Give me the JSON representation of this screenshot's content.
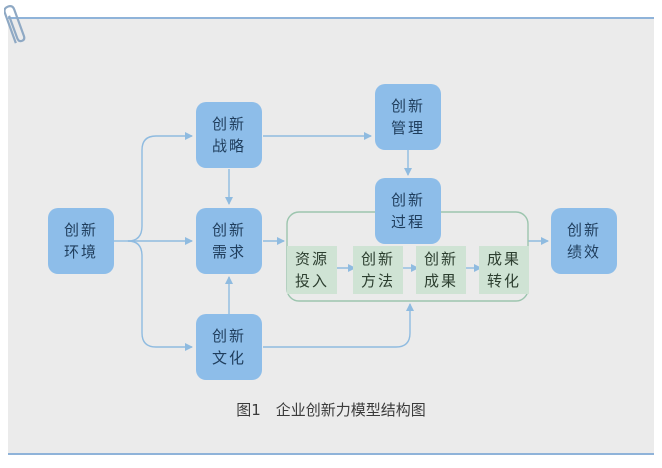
{
  "caption": "图1　企业创新力模型结构图",
  "colors": {
    "node_fill": "#8dbde9",
    "inner_fill": "#cfe3d4",
    "arrow": "#8fbbe0",
    "container_border": "#9cc5ae",
    "background": "#ebebeb"
  },
  "nodes": {
    "env": {
      "line1": "创新",
      "line2": "环境"
    },
    "strategy": {
      "line1": "创新",
      "line2": "战略"
    },
    "demand": {
      "line1": "创新",
      "line2": "需求"
    },
    "culture": {
      "line1": "创新",
      "line2": "文化"
    },
    "manage": {
      "line1": "创新",
      "line2": "管理"
    },
    "process": {
      "line1": "创新",
      "line2": "过程"
    },
    "perf": {
      "line1": "创新",
      "line2": "绩效"
    }
  },
  "process_steps": [
    {
      "line1": "资源",
      "line2": "投入"
    },
    {
      "line1": "创新",
      "line2": "方法"
    },
    {
      "line1": "创新",
      "line2": "成果"
    },
    {
      "line1": "成果",
      "line2": "转化"
    }
  ]
}
